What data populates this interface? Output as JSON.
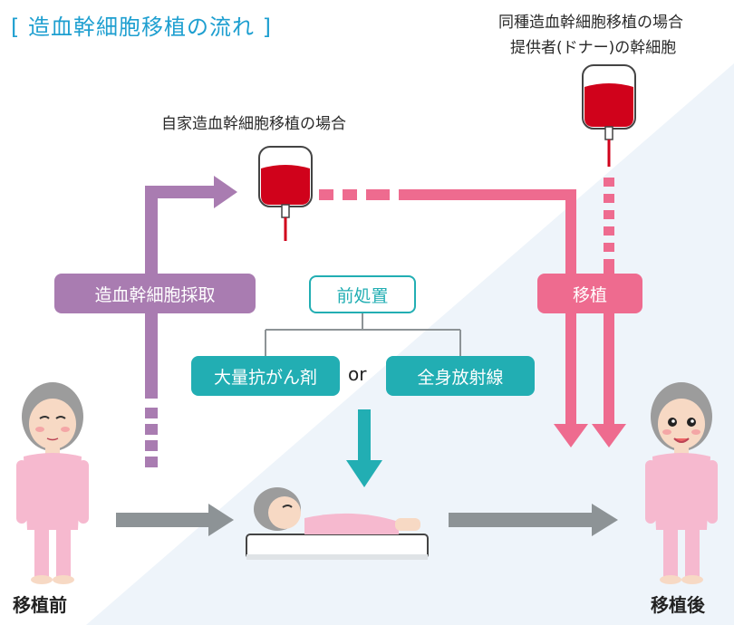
{
  "diagram": {
    "title": "造血幹細胞移植の流れ",
    "autologous_label": "自家造血幹細胞移植の場合",
    "allogeneic_label_line1": "同種造血幹細胞移植の場合",
    "allogeneic_label_line2": "提供者(ドナー)の幹細胞",
    "harvest_label": "造血幹細胞採取",
    "transplant_label": "移植",
    "pretreatment_label": "前処置",
    "chemo_label": "大量抗がん剤",
    "or_label": "or",
    "radiation_label": "全身放射線",
    "before_label": "移植前",
    "after_label": "移植後"
  },
  "colors": {
    "title": "#1e9fd0",
    "harvest": "#a97cb1",
    "transplant": "#ee6b8f",
    "pretreatment": "#22aeb3",
    "flow_arrow": "#8d9396",
    "blood": "#d0021b",
    "gown": "#f6b9cf",
    "background_wedge": "#eef4fa"
  },
  "icons": [
    "blood-bag-icon",
    "patient-figure-icon",
    "lying-patient-icon"
  ]
}
